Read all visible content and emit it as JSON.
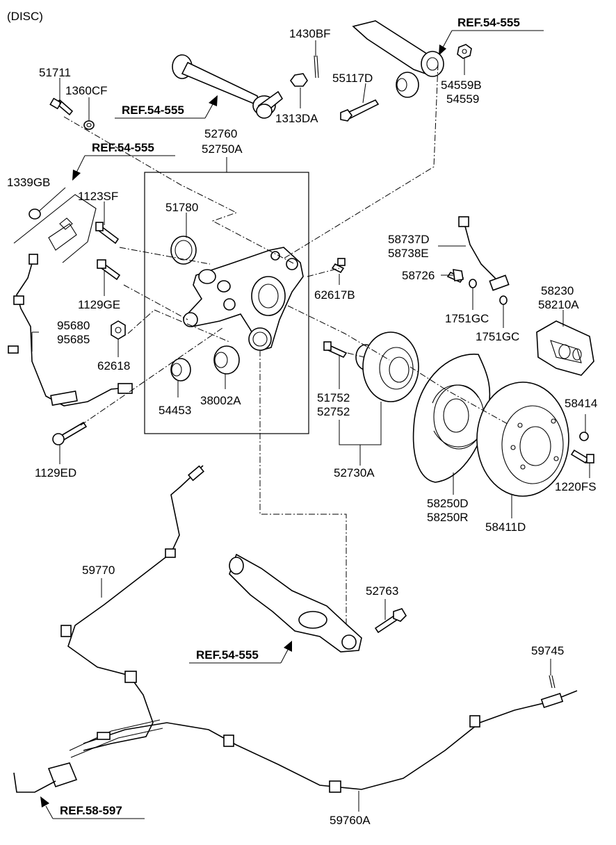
{
  "title": "(DISC)",
  "refs": {
    "r1": "REF.54-555",
    "r2": "REF.54-555",
    "r3": "REF.54-555",
    "r4": "REF.54-555",
    "r5": "REF.58-597"
  },
  "labels": {
    "p1430bf": "1430BF",
    "p51711": "51711",
    "p1360cf": "1360CF",
    "p55117d": "55117D",
    "p54559b": "54559B",
    "p54559": "54559",
    "p1313da": "1313DA",
    "p52760": "52760",
    "p52750a": "52750A",
    "p1339gb": "1339GB",
    "p1123sf": "1123SF",
    "p51780": "51780",
    "p58737d": "58737D",
    "p58738e": "58738E",
    "p58726": "58726",
    "p62617b": "62617B",
    "p58230": "58230",
    "p58210a": "58210A",
    "p1129ge": "1129GE",
    "p1751gc_a": "1751GC",
    "p95680": "95680",
    "p95685": "95685",
    "p1751gc_b": "1751GC",
    "p62618": "62618",
    "p51752": "51752",
    "p52752": "52752",
    "p54453": "54453",
    "p38002a": "38002A",
    "p58414": "58414",
    "p1129ed": "1129ED",
    "p52730a": "52730A",
    "p1220fs": "1220FS",
    "p58250d": "58250D",
    "p58250r": "58250R",
    "p58411d": "58411D",
    "p59770": "59770",
    "p52763": "52763",
    "p59745": "59745",
    "p59760a": "59760A"
  }
}
